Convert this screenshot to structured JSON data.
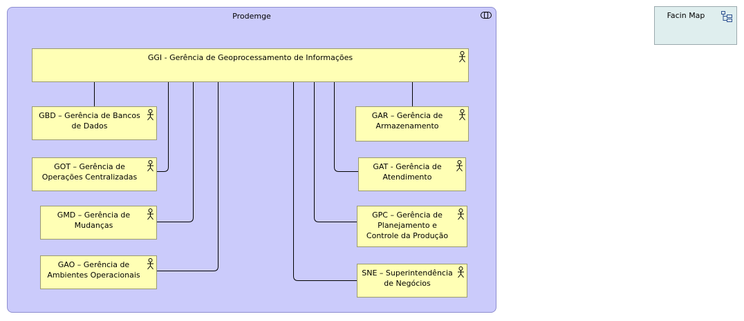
{
  "group": {
    "title": "Prodemge"
  },
  "root": {
    "label": "GGI - Gerência de Geoprocessamento de Informações"
  },
  "units": [
    {
      "id": "gbd",
      "label": "GBD – Gerência de Bancos de Dados"
    },
    {
      "id": "got",
      "label": "GOT – Gerência de Operações Centralizadas"
    },
    {
      "id": "gmd",
      "label": "GMD – Gerência de Mudanças"
    },
    {
      "id": "gao",
      "label": "GAO – Gerência de Ambientes Operacionais"
    },
    {
      "id": "gar",
      "label": "GAR – Gerência de Armazenamento"
    },
    {
      "id": "gat",
      "label": "GAT - Gerência de Atendimento"
    },
    {
      "id": "gpc",
      "label": "GPC – Gerência de Planejamento e Controle da Produção"
    },
    {
      "id": "sne",
      "label": "SNE – Superintendência de Negócios"
    }
  ],
  "reference": {
    "label": "Facin Map"
  },
  "icons": {
    "group": "collaboration-icon",
    "actor": "actor-icon",
    "reference": "model-reference-icon"
  },
  "colors": {
    "group_fill": "#cbcbfb",
    "actor_fill": "#ffffb5",
    "reference_fill": "#dfeeee"
  }
}
